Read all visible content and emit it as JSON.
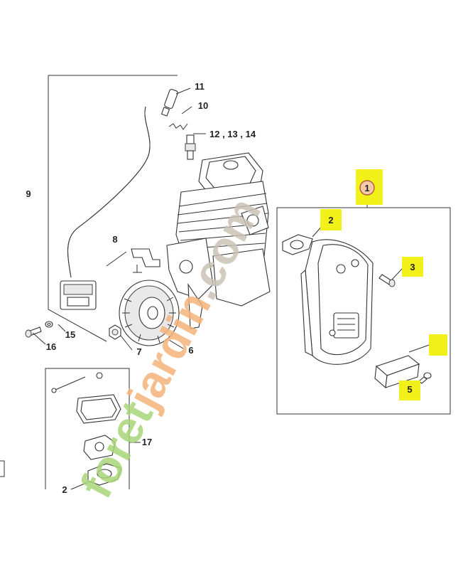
{
  "diagram": {
    "labels": {
      "p1": "1",
      "p2": "2",
      "p3": "3",
      "p5": "5",
      "p6": "6",
      "p7": "7",
      "p8": "8",
      "p9": "9",
      "p10": "10",
      "p11": "11",
      "p12_14": "12 , 13 , 14",
      "p15": "15",
      "p16": "16",
      "p17": "17",
      "p2b": "2"
    },
    "highlight_color": "#f2f21a",
    "callout_1_color": "#f6c9a8"
  },
  "watermark": {
    "text_green": "foret",
    "text_orange": "jardin",
    "text_grey": ".com",
    "color_green": "#a9d67a",
    "color_orange": "#f5b37a",
    "color_grey": "#c9c2b6"
  }
}
